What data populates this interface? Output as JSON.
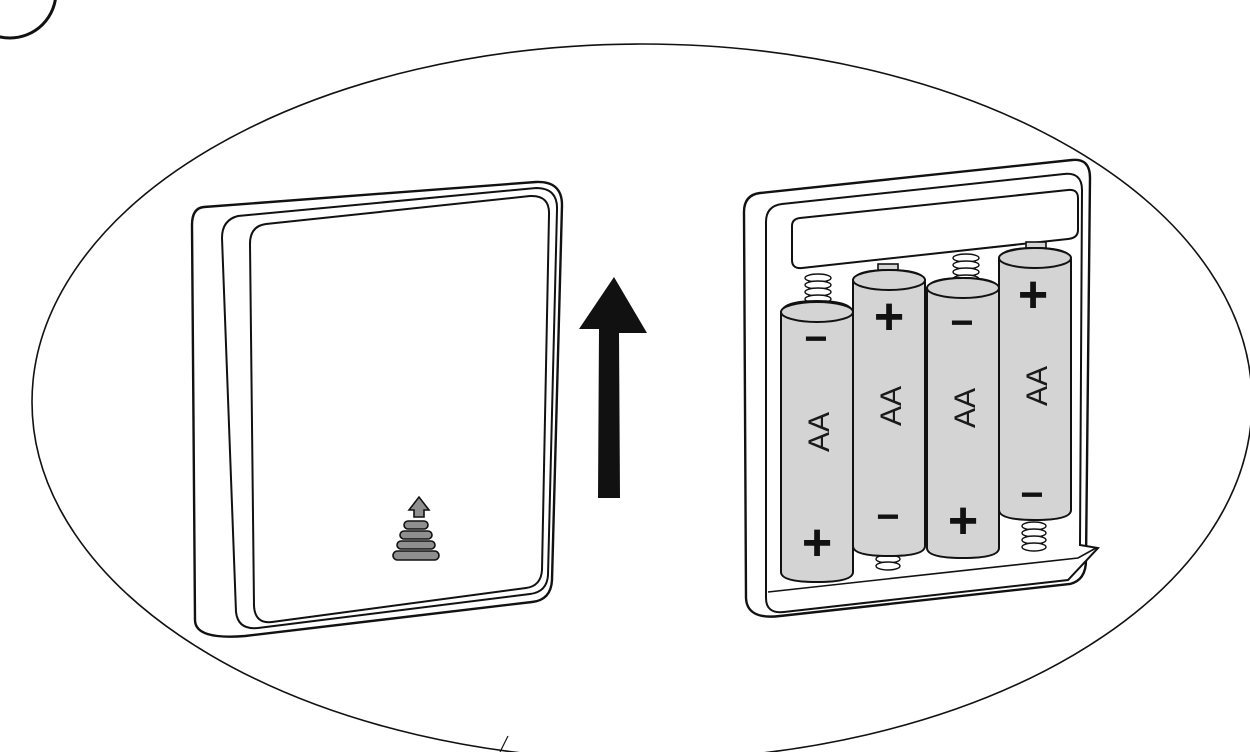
{
  "step_number": "",
  "batteries": [
    {
      "type_label": "AA",
      "top_terminal": "−",
      "bottom_terminal": "+"
    },
    {
      "type_label": "AA",
      "top_terminal": "+",
      "bottom_terminal": "−"
    },
    {
      "type_label": "AA",
      "top_terminal": "−",
      "bottom_terminal": "+"
    },
    {
      "type_label": "AA",
      "top_terminal": "+",
      "bottom_terminal": "−"
    }
  ],
  "icons": {
    "cover_mark": "slide-up-arrow-icon",
    "direction": "up-arrow-icon"
  },
  "colors": {
    "line": "#111111",
    "battery_fill": "#d4d4d4",
    "cover_mark_fill": "#8f8f8f",
    "background": "#ffffff"
  }
}
